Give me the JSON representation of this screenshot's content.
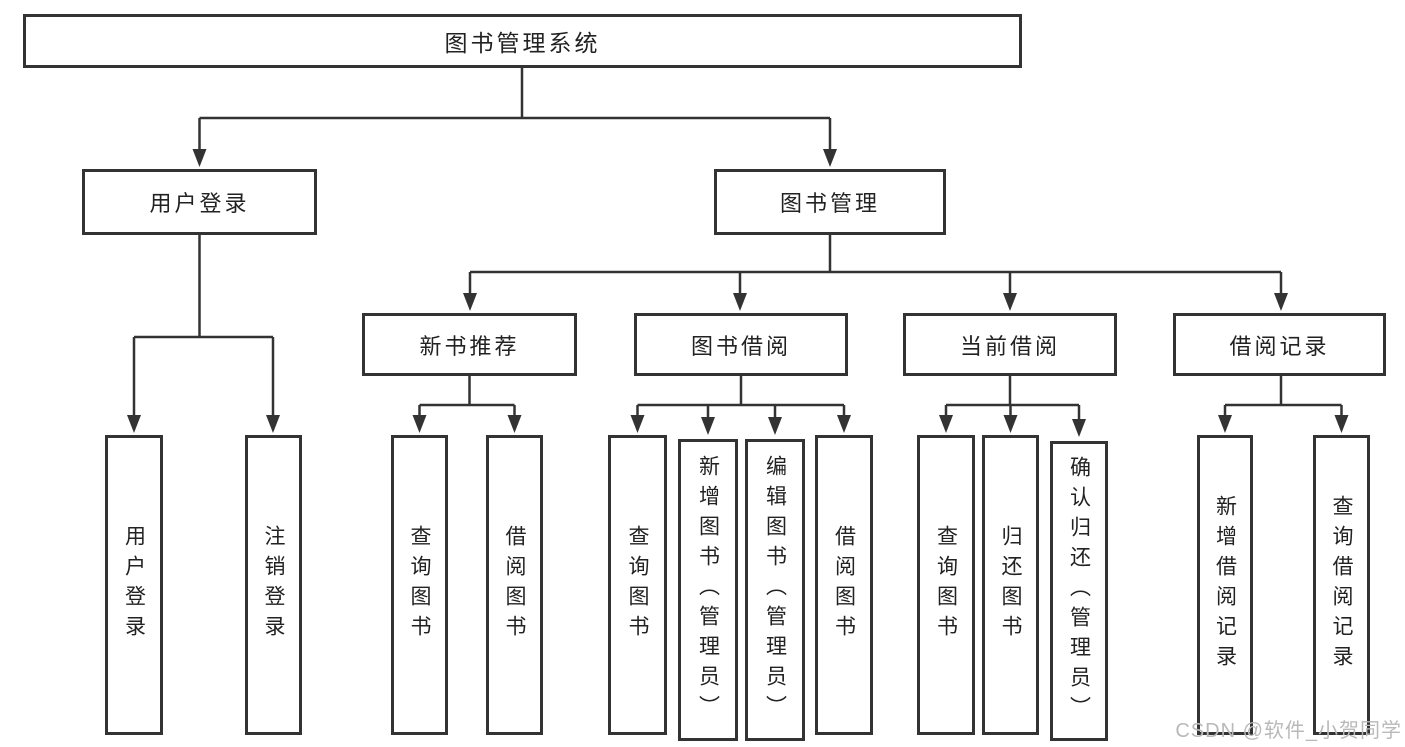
{
  "root": {
    "label": "图书管理系统"
  },
  "level2": [
    {
      "label": "用户登录"
    },
    {
      "label": "图书管理"
    }
  ],
  "level3": [
    {
      "label": "新书推荐"
    },
    {
      "label": "图书借阅"
    },
    {
      "label": "当前借阅"
    },
    {
      "label": "借阅记录"
    }
  ],
  "leaves": [
    {
      "label": "用户登录",
      "parent": "用户登录"
    },
    {
      "label": "注销登录",
      "parent": "用户登录"
    },
    {
      "label": "查询图书",
      "parent": "新书推荐"
    },
    {
      "label": "借阅图书",
      "parent": "新书推荐"
    },
    {
      "label": "查询图书",
      "parent": "图书借阅"
    },
    {
      "label": "新增图书（管理员）",
      "parent": "图书借阅"
    },
    {
      "label": "编辑图书（管理员）",
      "parent": "图书借阅"
    },
    {
      "label": "借阅图书",
      "parent": "图书借阅"
    },
    {
      "label": "查询图书",
      "parent": "当前借阅"
    },
    {
      "label": "归还图书",
      "parent": "当前借阅"
    },
    {
      "label": "确认归还（管理员）",
      "parent": "当前借阅"
    },
    {
      "label": "新增借阅记录",
      "parent": "借阅记录"
    },
    {
      "label": "查询借阅记录",
      "parent": "借阅记录"
    }
  ],
  "watermark": {
    "text": "CSDN @软件_小贺同学"
  },
  "colors": {
    "line": "#333333",
    "border": "#333333",
    "text": "#222222",
    "background": "#ffffff",
    "watermark": "#b9b9b9"
  }
}
